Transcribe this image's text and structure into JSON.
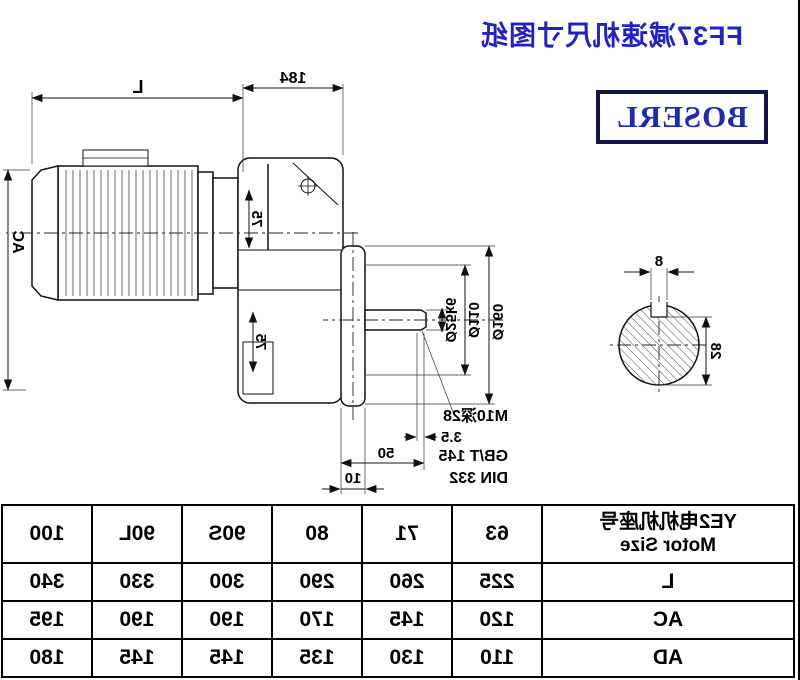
{
  "page": {
    "title": "FF37减速机尺寸图纸",
    "brand": "BOSERL"
  },
  "drawing": {
    "dim_L": "L",
    "dim_184": "184",
    "dim_AC": "AC",
    "dim_75_upper": "75",
    "dim_75_lower": "75",
    "dia_shaft": "Ø25k6",
    "dia_pilot": "Ø110",
    "dia_flange": "Ø160",
    "note_tap": "M10深28",
    "note_std1": "GB/T 145",
    "note_std2": "DIN 332",
    "dim_3_5": "3.5",
    "dim_50": "50",
    "dim_10": "10",
    "key_width": "8",
    "key_depth": "28"
  },
  "table": {
    "header_cn": "YE2电机机座号",
    "header_en": "Motor Size",
    "sizes": [
      "63",
      "71",
      "80",
      "90S",
      "90L",
      "100"
    ],
    "rows": [
      {
        "label": "L",
        "values": [
          "225",
          "260",
          "290",
          "300",
          "330",
          "340"
        ]
      },
      {
        "label": "AC",
        "values": [
          "120",
          "145",
          "170",
          "190",
          "190",
          "195"
        ]
      },
      {
        "label": "AD",
        "values": [
          "110",
          "130",
          "135",
          "145",
          "145",
          "180"
        ]
      }
    ]
  }
}
